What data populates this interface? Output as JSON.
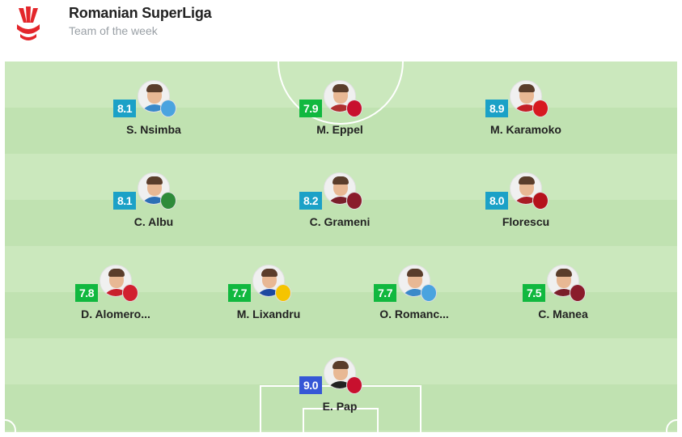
{
  "header": {
    "league": "Romanian SuperLiga",
    "subtitle": "Team of the week",
    "logo_color": "#e3262b"
  },
  "rating_colors": {
    "teal": "#1ba1c7",
    "green": "#11b83f",
    "blue": "#3657d6"
  },
  "players": [
    {
      "name": "S. Nsimba",
      "rating": "8.1",
      "rating_color": "#1ba1c7",
      "club_icon": "universitatea-craiova-icon",
      "club_color": "#4aa3df",
      "shirt_color": "#3a89c9"
    },
    {
      "name": "M. Eppel",
      "rating": "7.9",
      "rating_color": "#11b83f",
      "club_icon": "fc-u-cluj-icon",
      "club_color": "#c8102e",
      "shirt_color": "#b03030"
    },
    {
      "name": "M. Karamoko",
      "rating": "8.9",
      "rating_color": "#1ba1c7",
      "club_icon": "dinamo-bucuresti-icon",
      "club_color": "#d71920",
      "shirt_color": "#c42027"
    },
    {
      "name": "C. Albu",
      "rating": "8.1",
      "rating_color": "#1ba1c7",
      "club_icon": "unirea-slobozia-icon",
      "club_color": "#2e8b3a",
      "shirt_color": "#2c6fb5"
    },
    {
      "name": "C. Grameni",
      "rating": "8.2",
      "rating_color": "#1ba1c7",
      "club_icon": "rapid-bucuresti-icon",
      "club_color": "#8a1c2b",
      "shirt_color": "#7a1f2a"
    },
    {
      "name": "Florescu",
      "rating": "8.0",
      "rating_color": "#1ba1c7",
      "club_icon": "fc-hermannstadt-icon",
      "club_color": "#b5121b",
      "shirt_color": "#a81c24"
    },
    {
      "name": "D. Alomero...",
      "rating": "7.8",
      "rating_color": "#11b83f",
      "club_icon": "uta-arad-icon",
      "club_color": "#d1202f",
      "shirt_color": "#c8202c"
    },
    {
      "name": "M. Lixandru",
      "rating": "7.7",
      "rating_color": "#11b83f",
      "club_icon": "fcsb-icon",
      "club_color": "#f5c400",
      "shirt_color": "#1e4aa0"
    },
    {
      "name": "O. Romanc...",
      "rating": "7.7",
      "rating_color": "#11b83f",
      "club_icon": "universitatea-craiova-icon",
      "club_color": "#4aa3df",
      "shirt_color": "#3a89c9"
    },
    {
      "name": "C. Manea",
      "rating": "7.5",
      "rating_color": "#11b83f",
      "club_icon": "rapid-bucuresti-icon",
      "club_color": "#8a1c2b",
      "shirt_color": "#7a1f2a"
    },
    {
      "name": "E. Pap",
      "rating": "9.0",
      "rating_color": "#3657d6",
      "club_icon": "fc-u-cluj-icon",
      "club_color": "#c8102e",
      "shirt_color": "#222222"
    }
  ]
}
